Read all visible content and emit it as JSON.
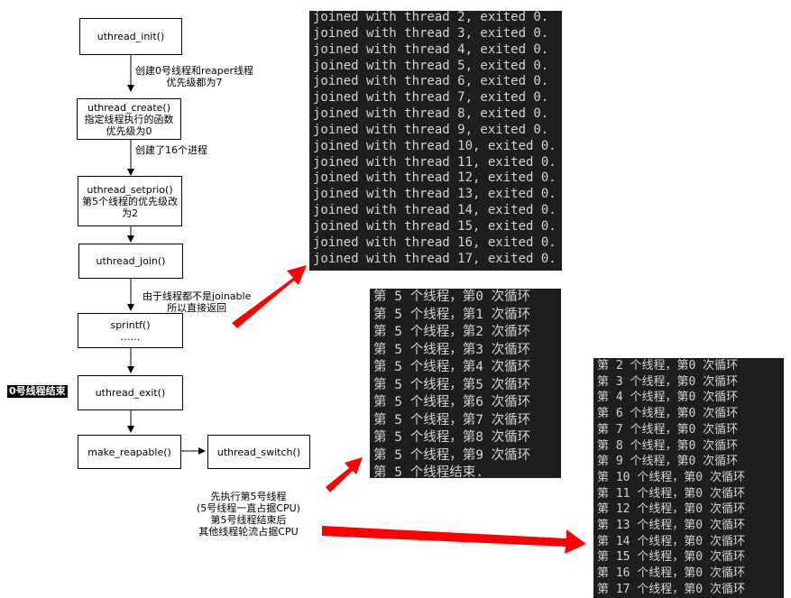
{
  "flowchart": {
    "nodes": [
      {
        "id": "init",
        "lines": [
          "uthread_init()"
        ]
      },
      {
        "id": "create",
        "lines": [
          "uthread_create()",
          "指定线程执行的函数",
          "优先级为0"
        ]
      },
      {
        "id": "setprio",
        "lines": [
          "uthread_setprio()",
          "第5个线程的优先级改",
          "为2"
        ]
      },
      {
        "id": "join",
        "lines": [
          "uthread_join()"
        ]
      },
      {
        "id": "sprintf",
        "lines": [
          "sprintf()",
          "……"
        ]
      },
      {
        "id": "exit",
        "lines": [
          "uthread_exit()"
        ]
      },
      {
        "id": "reapable",
        "lines": [
          "make_reapable()"
        ]
      },
      {
        "id": "switch",
        "lines": [
          "uthread_switch()"
        ]
      }
    ],
    "edge_labels": {
      "init_create": [
        "创建0号线程和reaper线程",
        "优先级都为7"
      ],
      "create_setprio": [
        "创建了16个进程"
      ],
      "join_sprintf": [
        "由于线程都不是joinable",
        "所以直接返回"
      ]
    },
    "side_note": "0号线程结束",
    "bottom_note": [
      "先执行第5号线程",
      "(5号线程一直占据CPU)",
      "第5号线程结束后",
      "其他线程轮流占据CPU"
    ]
  },
  "terminals": {
    "join_output": [
      "joined with thread 2, exited 0.",
      "joined with thread 3, exited 0.",
      "joined with thread 4, exited 0.",
      "joined with thread 5, exited 0.",
      "joined with thread 6, exited 0.",
      "joined with thread 7, exited 0.",
      "joined with thread 8, exited 0.",
      "joined with thread 9, exited 0.",
      "joined with thread 10, exited 0.",
      "joined with thread 11, exited 0.",
      "joined with thread 12, exited 0.",
      "joined with thread 13, exited 0.",
      "joined with thread 14, exited 0.",
      "joined with thread 15, exited 0.",
      "joined with thread 16, exited 0.",
      "joined with thread 17, exited 0."
    ],
    "thread5_output": [
      "第 5 个线程，第0 次循环",
      "第 5 个线程，第1 次循环",
      "第 5 个线程，第2 次循环",
      "第 5 个线程，第3 次循环",
      "第 5 个线程，第4 次循环",
      "第 5 个线程，第5 次循环",
      "第 5 个线程，第6 次循环",
      "第 5 个线程，第7 次循环",
      "第 5 个线程，第8 次循环",
      "第 5 个线程，第9 次循环",
      "第 5 个线程结束."
    ],
    "others_output": [
      "第 2 个线程，第0 次循环",
      "第 3 个线程，第0 次循环",
      "第 4 个线程，第0 次循环",
      "第 6 个线程，第0 次循环",
      "第 7 个线程，第0 次循环",
      "第 8 个线程，第0 次循环",
      "第 9 个线程，第0 次循环",
      "第 10 个线程，第0 次循环",
      "第 11 个线程，第0 次循环",
      "第 12 个线程，第0 次循环",
      "第 13 个线程，第0 次循环",
      "第 14 个线程，第0 次循环",
      "第 15 个线程，第0 次循环",
      "第 16 个线程，第0 次循环",
      "第 17 个线程，第0 次循环"
    ]
  },
  "colors": {
    "arrow_red": "#ff0000",
    "terminal_bg": "#1e1e1e",
    "terminal_fg": "#d4d4d4"
  }
}
